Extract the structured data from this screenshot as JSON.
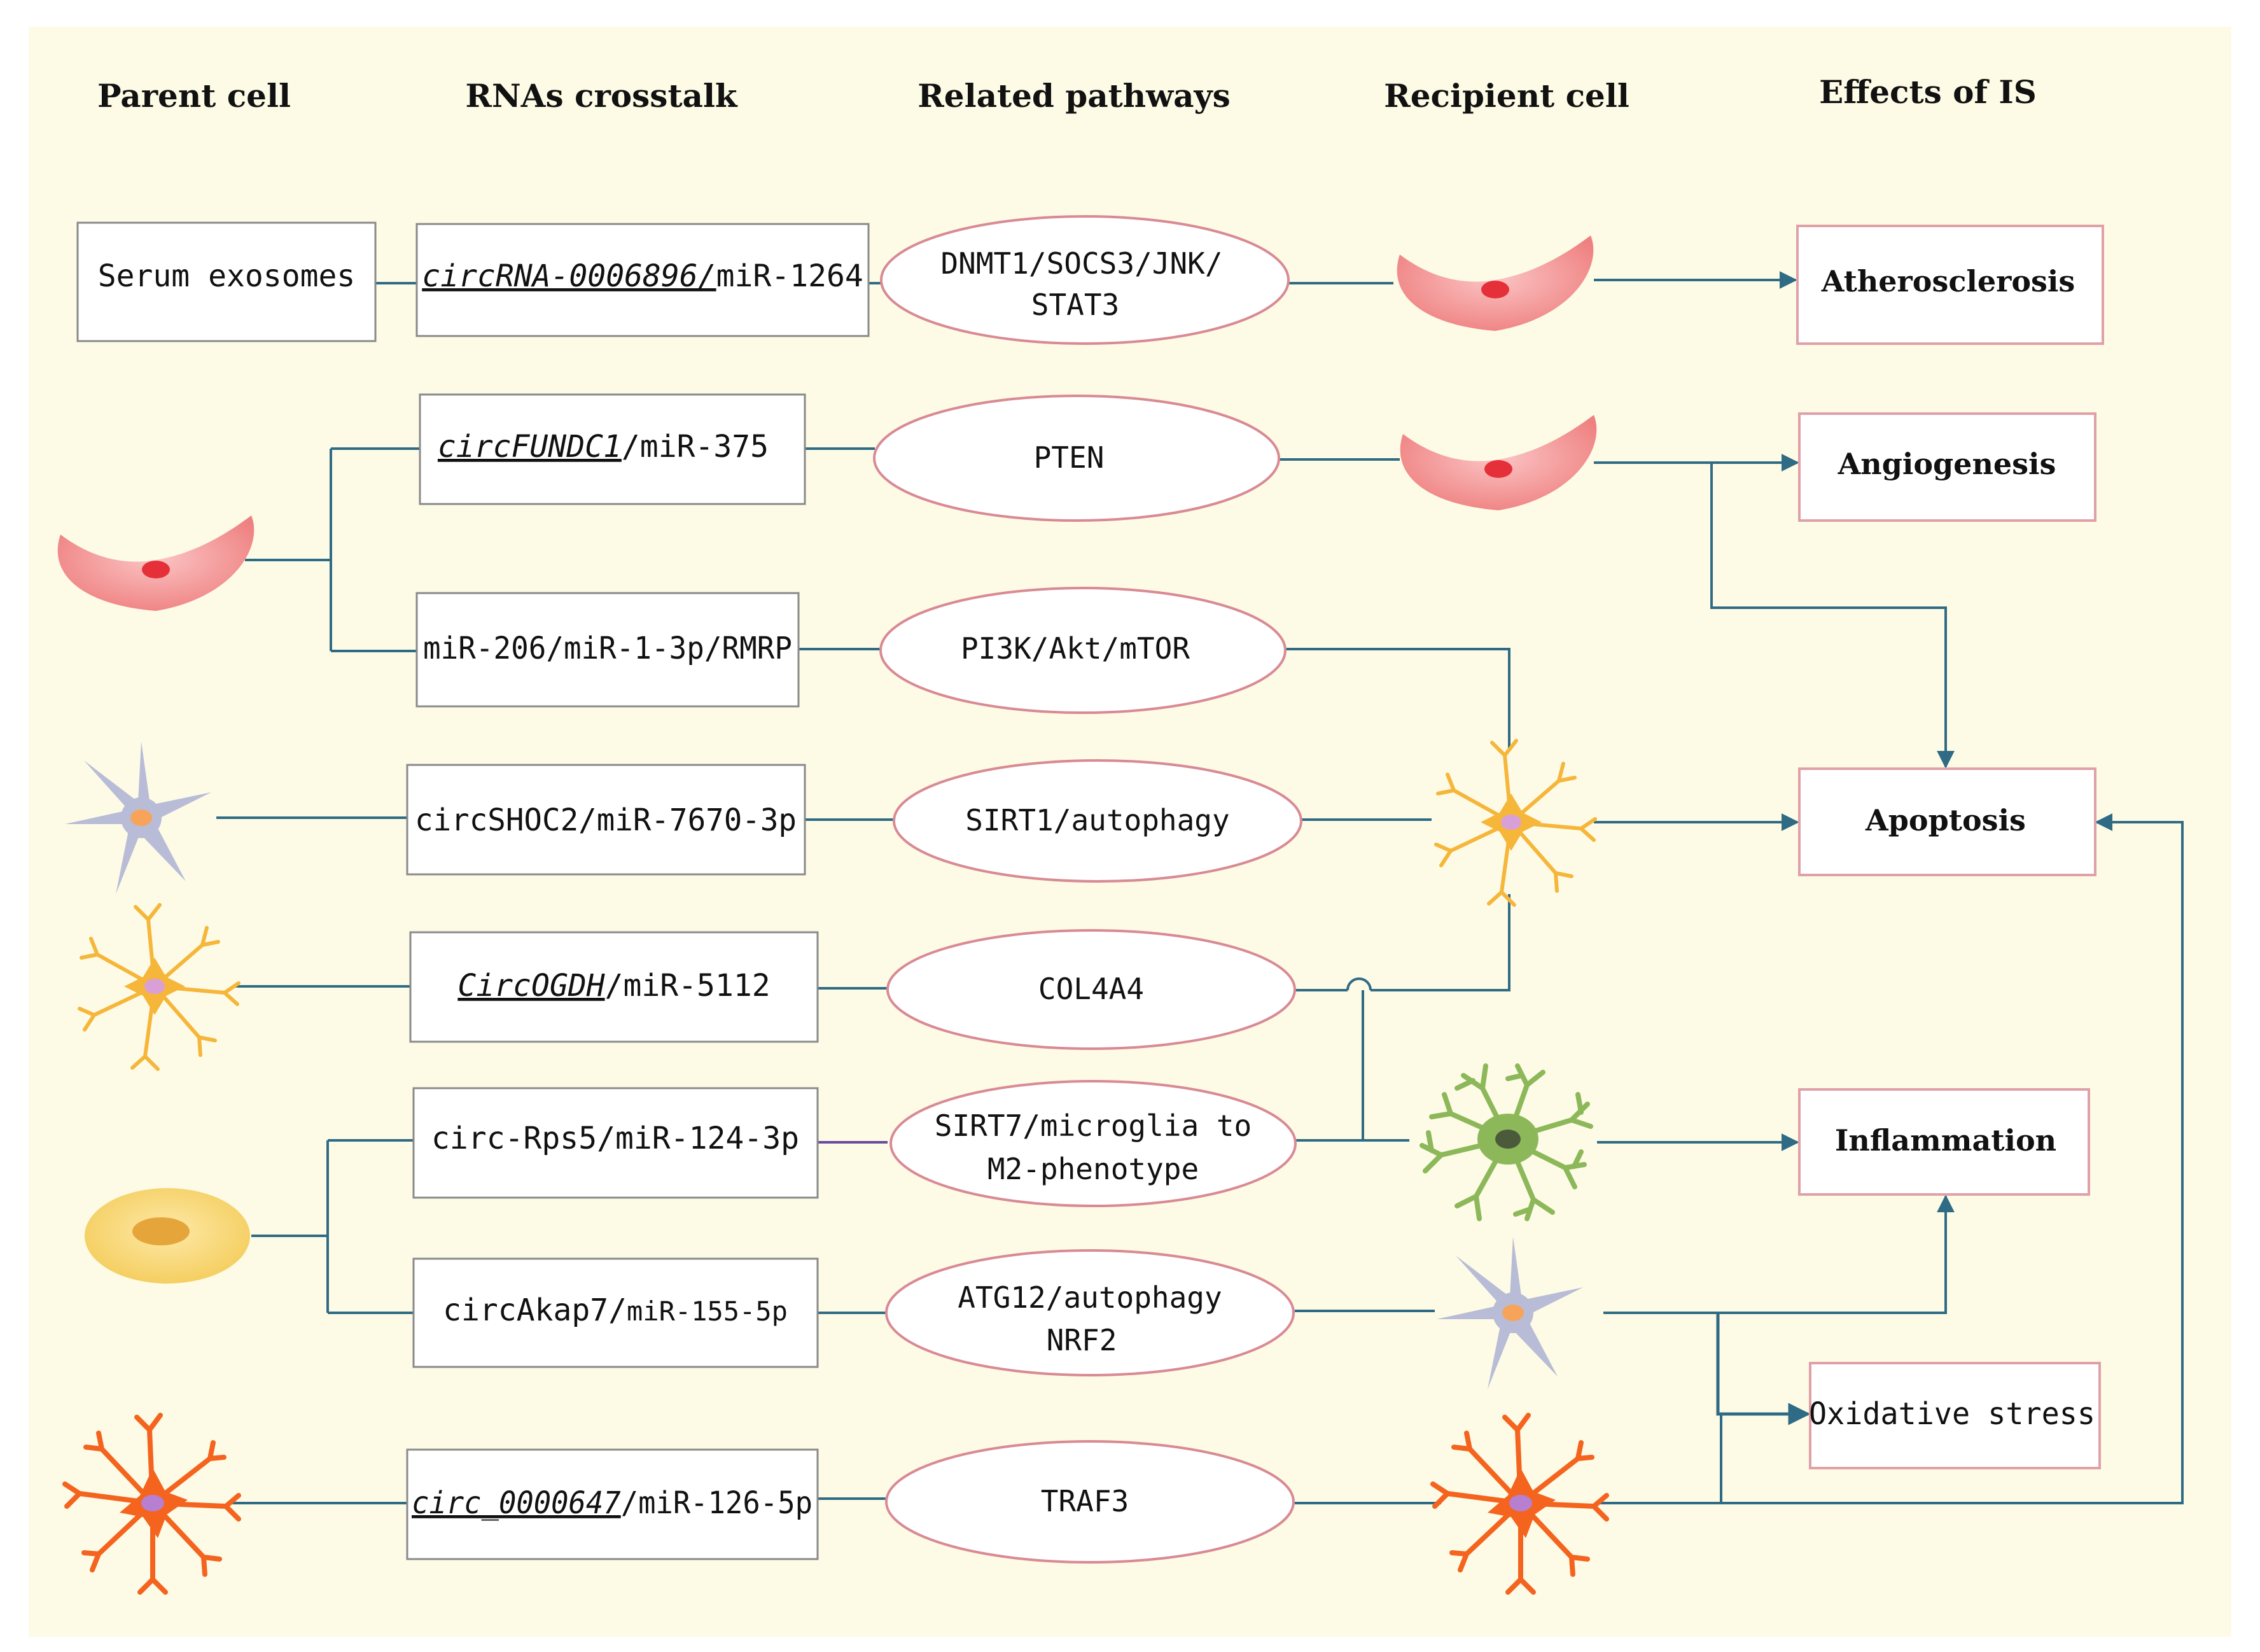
{
  "headers": {
    "parent_cell": "Parent cell",
    "rnas_crosstalk": "RNAs crosstalk",
    "related_pathways": "Related pathways",
    "recipient_cell": "Recipient cell",
    "effects": "Effects of IS"
  },
  "parent": {
    "serum_exosomes": "Serum exosomes"
  },
  "rna": {
    "r1_it": "circRNA-0006896/",
    "r1_rest": "miR-1264",
    "r2_it": "circFUNDC1",
    "r2_rest": "/miR-375",
    "r3": "miR-206/miR-1-3p/RMRP",
    "r4": "circSHOC2/miR-7670-3p",
    "r5_it": "CircOGDH",
    "r5_rest": "/miR-5112",
    "r6": "circ-Rps5/miR-124-3p",
    "r7a": "circAkap7/",
    "r7b": "miR-155-5p",
    "r8_it": "circ_0000647",
    "r8_rest": "/miR-126-5p"
  },
  "pathways": {
    "p1_l1": "DNMT1/SOCS3/JNK/",
    "p1_l2": "STAT3",
    "p2": "PTEN",
    "p3": "PI3K/Akt/mTOR",
    "p4": "SIRT1/autophagy",
    "p5": "COL4A4",
    "p6_l1": "SIRT7/microglia to",
    "p6_l2": "M2-phenotype",
    "p7_l1": "ATG12/autophagy",
    "p7_l2": "NRF2",
    "p8": "TRAF3"
  },
  "effects": {
    "atherosclerosis": "Atherosclerosis",
    "angiogenesis": "Angiogenesis",
    "apoptosis": "Apoptosis",
    "inflammation": "Inflammation",
    "oxidative_stress": "Oxidative stress"
  },
  "colors": {
    "background": "#fdfbe6",
    "connector": "#2f6b84",
    "endothelial_cell": "#f28b8b",
    "astrocyte": "#f5b63a",
    "neuron": "#b8bcd6",
    "microglia": "#8db85a",
    "oligodendrocyte": "#f4641e",
    "stem_cell": "#f8d77c"
  }
}
